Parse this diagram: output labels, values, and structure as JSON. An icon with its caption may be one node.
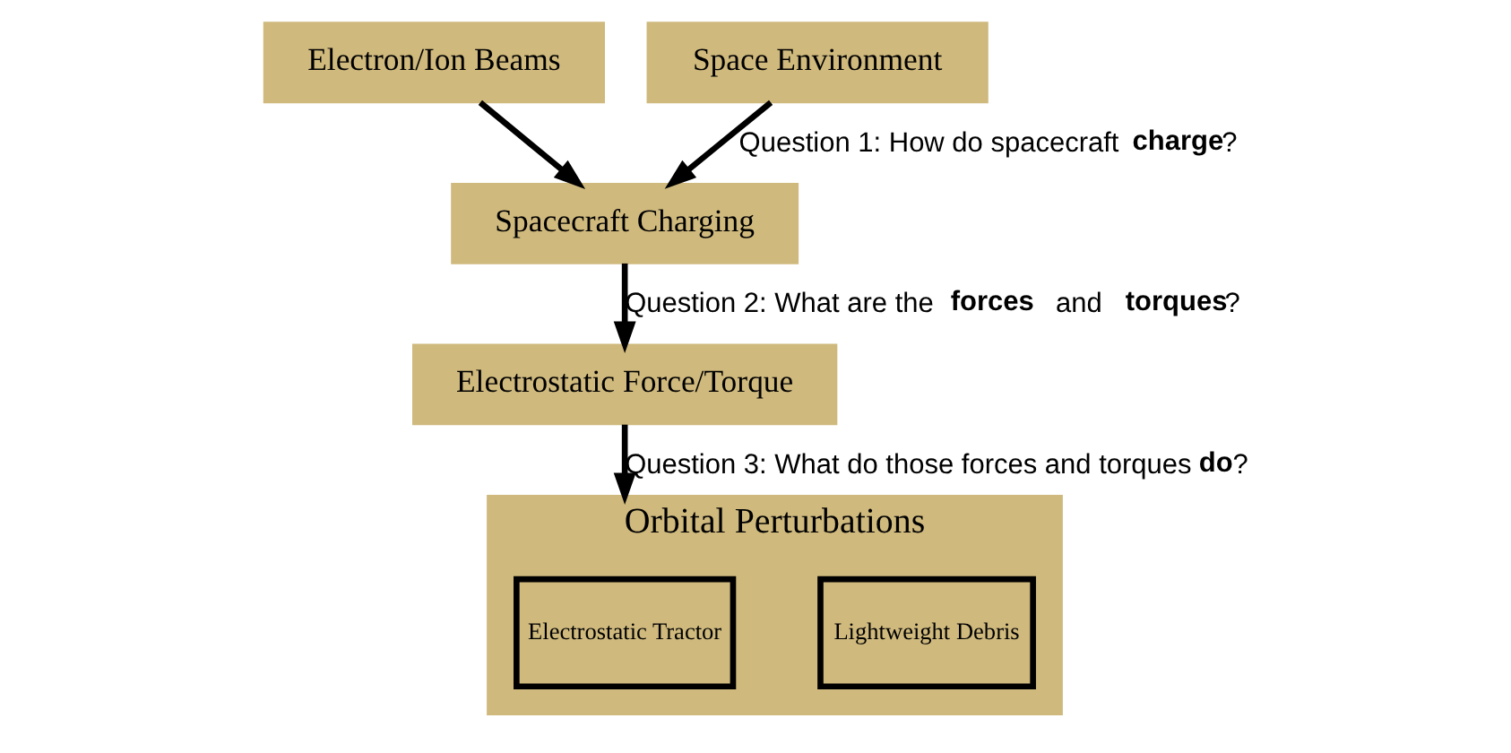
{
  "diagram": {
    "nodes": [
      {
        "text": [
          "Electron/Ion Beams"
        ]
      },
      {
        "text": [
          "Space Environment"
        ]
      },
      {
        "text": [
          "Spacecraft Charging"
        ]
      },
      {
        "text": [
          "Electrostatic Force/Torque"
        ]
      },
      {
        "text": [
          "Orbital Perturbations"
        ]
      },
      {
        "text": [
          "Electrostatic Tractor"
        ],
        "in": 4
      },
      {
        "text": [
          "Lightweight Debris"
        ],
        "in": 4
      }
    ],
    "edges": [
      {
        "from": 0,
        "to": 2,
        "arrow": "to"
      },
      {
        "from": 1,
        "to": 2,
        "arrow": "to",
        "label": "Question 1: How do spacecraft **charge**?"
      },
      {
        "from": 2,
        "to": 3,
        "arrow": "to",
        "label": "Question 2: What are the **forces** and **torques**?"
      },
      {
        "from": 3,
        "to": 4,
        "arrow": "to",
        "label": "Question 3: What do those forces and torques **do**?"
      }
    ]
  }
}
